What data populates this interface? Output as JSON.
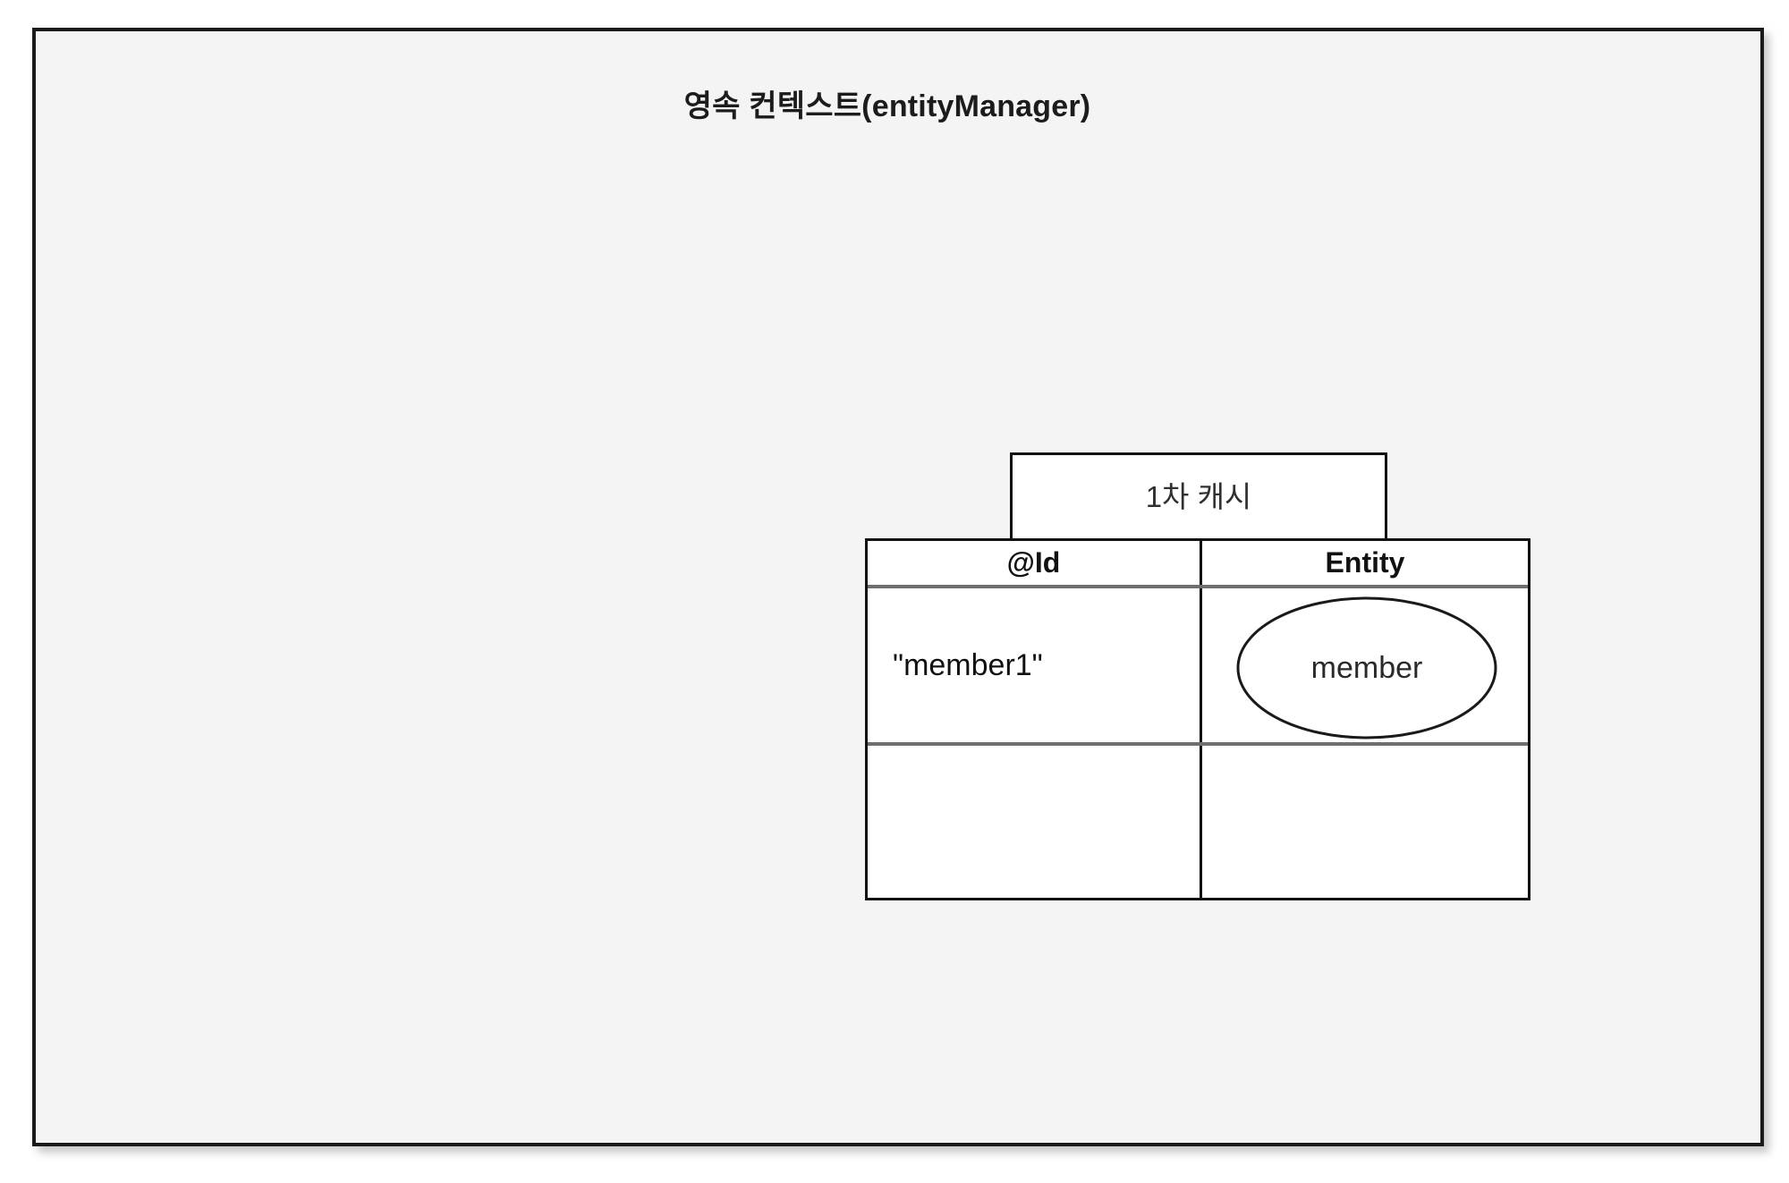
{
  "diagram": {
    "type": "entity-relationship-cache-diagram",
    "background_color": "#ffffff",
    "frame_fill_color": "#f4f4f4",
    "frame_border_color": "#1a1a1a",
    "title": "영속 컨텍스트(entityManager)"
  },
  "cache_box": {
    "label": "1차 캐시",
    "fill_color": "#ffffff",
    "border_color": "#111111"
  },
  "cache_table": {
    "columns": [
      {
        "key": "id",
        "header": "@Id"
      },
      {
        "key": "entity",
        "header": "Entity"
      }
    ],
    "rows": [
      {
        "id": "\"member1\"",
        "entity": "member",
        "entity_shape": "ellipse"
      },
      {
        "id": "",
        "entity": "",
        "entity_shape": "none"
      }
    ],
    "fill_color": "#ffffff",
    "border_color": "#111111",
    "rule_color": "#6f6f6f"
  }
}
